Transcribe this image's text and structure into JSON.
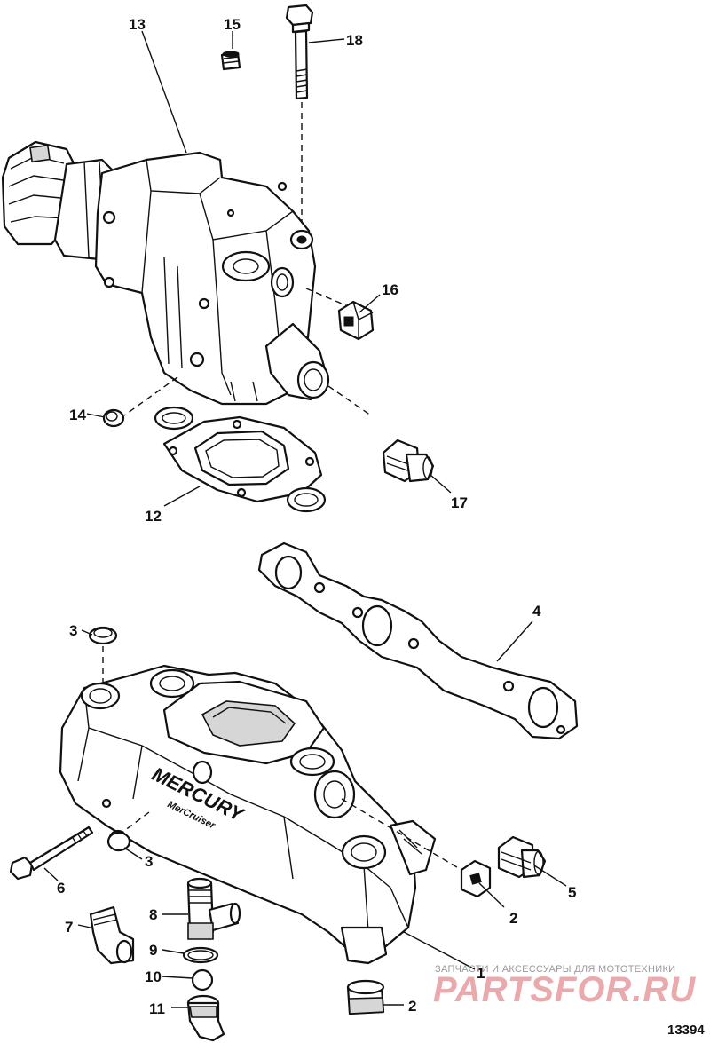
{
  "callouts": {
    "c1": "1",
    "c2a": "2",
    "c2b": "2",
    "c3a": "3",
    "c3b": "3",
    "c4": "4",
    "c5": "5",
    "c6": "6",
    "c7": "7",
    "c8": "8",
    "c9": "9",
    "c10": "10",
    "c11": "11",
    "c12": "12",
    "c13": "13",
    "c14": "14",
    "c15": "15",
    "c16": "16",
    "c17": "17",
    "c18": "18"
  },
  "manifold_logo": {
    "brand": "MERCURY",
    "sub": "MerCruiser"
  },
  "watermark": {
    "caption": "ЗАПЧАСТИ И АКСЕССУАРЫ ДЛЯ МОТОТЕХНИКИ",
    "logo": "PARTSFOR.RU"
  },
  "figure_id": "13394",
  "colors": {
    "line": "#111111",
    "watermark_logo": "#e9a9ad",
    "watermark_caption": "#9a9a9a"
  }
}
